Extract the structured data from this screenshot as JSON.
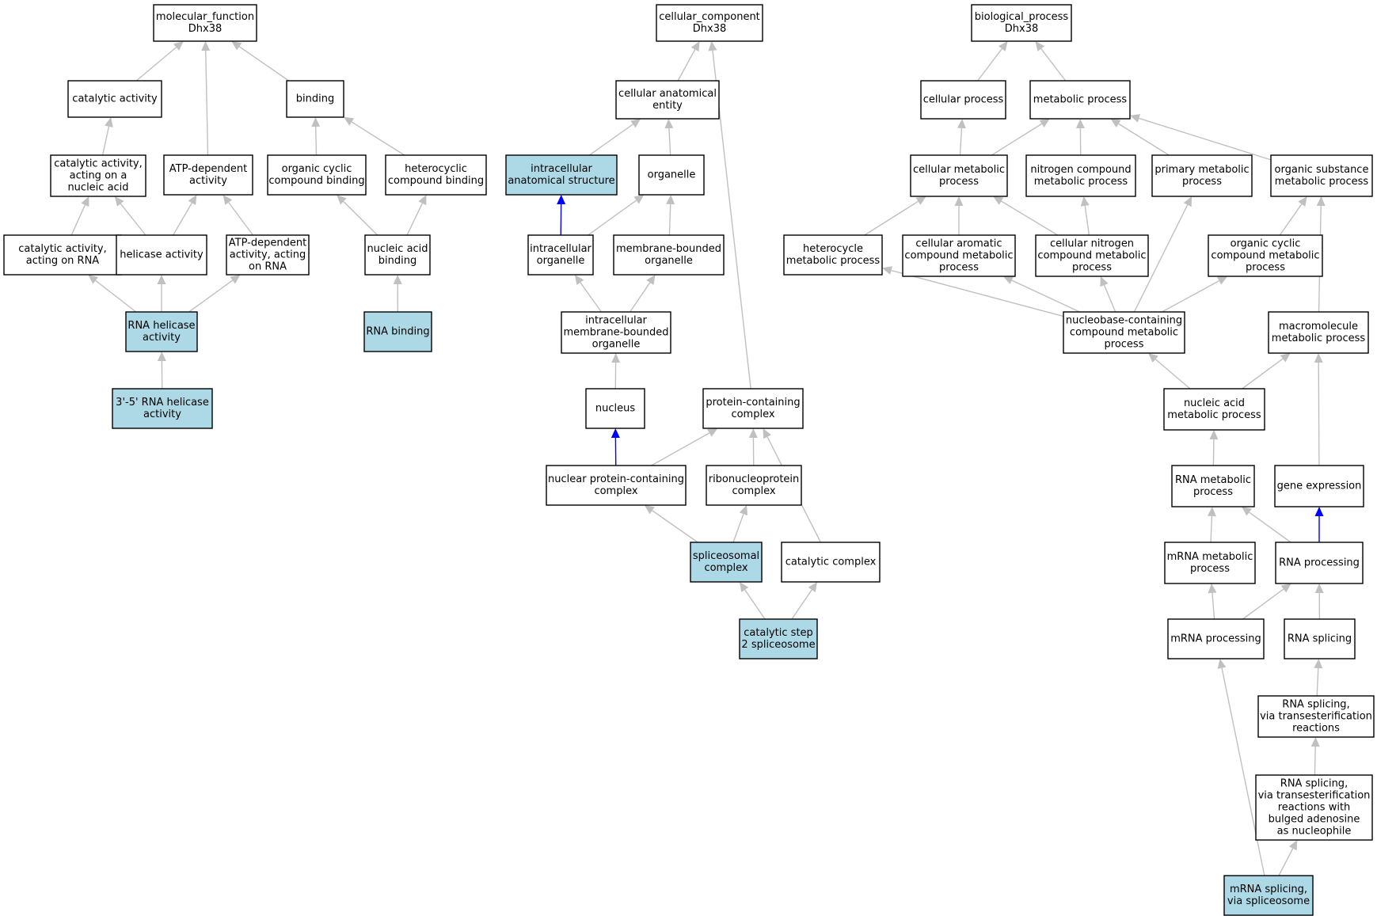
{
  "colors": {
    "annotated_fill": "#add8e6",
    "plain_fill": "#ffffff",
    "is_a_edge": "#c0c0c0",
    "part_of_edge": "#0000ff"
  },
  "nodes": {
    "mf_root": {
      "lines": [
        "molecular_function",
        "Dhx38"
      ],
      "annotated": false
    },
    "catalytic_activity": {
      "lines": [
        "catalytic activity"
      ],
      "annotated": false
    },
    "binding": {
      "lines": [
        "binding"
      ],
      "annotated": false
    },
    "cat_nucleic": {
      "lines": [
        "catalytic activity,",
        "acting on a",
        "nucleic acid"
      ],
      "annotated": false
    },
    "atp_dep": {
      "lines": [
        "ATP-dependent",
        "activity"
      ],
      "annotated": false
    },
    "org_cyclic_binding": {
      "lines": [
        "organic cyclic",
        "compound binding"
      ],
      "annotated": false
    },
    "hetero_binding": {
      "lines": [
        "heterocyclic",
        "compound binding"
      ],
      "annotated": false
    },
    "cat_rna": {
      "lines": [
        "catalytic activity,",
        "acting on RNA"
      ],
      "annotated": false
    },
    "helicase": {
      "lines": [
        "helicase activity"
      ],
      "annotated": false
    },
    "atp_dep_rna": {
      "lines": [
        "ATP-dependent",
        "activity, acting",
        "on RNA"
      ],
      "annotated": false
    },
    "nucleic_binding": {
      "lines": [
        "nucleic acid",
        "binding"
      ],
      "annotated": false
    },
    "rna_helicase": {
      "lines": [
        "RNA helicase",
        "activity"
      ],
      "annotated": true
    },
    "rna_binding": {
      "lines": [
        "RNA binding"
      ],
      "annotated": true
    },
    "rna_helicase_35": {
      "lines": [
        "3'-5' RNA helicase",
        "activity"
      ],
      "annotated": true
    },
    "cc_root": {
      "lines": [
        "cellular_component",
        "Dhx38"
      ],
      "annotated": false
    },
    "cell_anat": {
      "lines": [
        "cellular anatomical",
        "entity"
      ],
      "annotated": false
    },
    "intra_anat": {
      "lines": [
        "intracellular",
        "anatomical structure"
      ],
      "annotated": true
    },
    "organelle": {
      "lines": [
        "organelle"
      ],
      "annotated": false
    },
    "intra_org": {
      "lines": [
        "intracellular",
        "organelle"
      ],
      "annotated": false
    },
    "mem_org": {
      "lines": [
        "membrane-bounded",
        "organelle"
      ],
      "annotated": false
    },
    "intra_mem_org": {
      "lines": [
        "intracellular",
        "membrane-bounded",
        "organelle"
      ],
      "annotated": false
    },
    "nucleus": {
      "lines": [
        "nucleus"
      ],
      "annotated": false
    },
    "prot_complex": {
      "lines": [
        "protein-containing",
        "complex"
      ],
      "annotated": false
    },
    "nuc_prot_complex": {
      "lines": [
        "nuclear protein-containing",
        "complex"
      ],
      "annotated": false
    },
    "ribonucleo": {
      "lines": [
        "ribonucleoprotein",
        "complex"
      ],
      "annotated": false
    },
    "spliceosomal": {
      "lines": [
        "spliceosomal",
        "complex"
      ],
      "annotated": true
    },
    "catalytic_complex": {
      "lines": [
        "catalytic complex"
      ],
      "annotated": false
    },
    "cat_step2": {
      "lines": [
        "catalytic step",
        "2 spliceosome"
      ],
      "annotated": true
    },
    "bp_root": {
      "lines": [
        "biological_process",
        "Dhx38"
      ],
      "annotated": false
    },
    "cell_proc": {
      "lines": [
        "cellular process"
      ],
      "annotated": false
    },
    "metab_proc": {
      "lines": [
        "metabolic process"
      ],
      "annotated": false
    },
    "cell_metab": {
      "lines": [
        "cellular metabolic",
        "process"
      ],
      "annotated": false
    },
    "nitro_metab": {
      "lines": [
        "nitrogen compound",
        "metabolic process"
      ],
      "annotated": false
    },
    "prim_metab": {
      "lines": [
        "primary metabolic",
        "process"
      ],
      "annotated": false
    },
    "org_sub_metab": {
      "lines": [
        "organic substance",
        "metabolic process"
      ],
      "annotated": false
    },
    "hetero_metab": {
      "lines": [
        "heterocycle",
        "metabolic process"
      ],
      "annotated": false
    },
    "cell_arom": {
      "lines": [
        "cellular aromatic",
        "compound metabolic",
        "process"
      ],
      "annotated": false
    },
    "cell_nitro": {
      "lines": [
        "cellular nitrogen",
        "compound metabolic",
        "process"
      ],
      "annotated": false
    },
    "org_cyc_metab": {
      "lines": [
        "organic cyclic",
        "compound metabolic",
        "process"
      ],
      "annotated": false
    },
    "nucleobase": {
      "lines": [
        "nucleobase-containing",
        "compound metabolic",
        "process"
      ],
      "annotated": false
    },
    "macromol": {
      "lines": [
        "macromolecule",
        "metabolic process"
      ],
      "annotated": false
    },
    "nucleic_metab": {
      "lines": [
        "nucleic acid",
        "metabolic process"
      ],
      "annotated": false
    },
    "rna_metab": {
      "lines": [
        "RNA metabolic",
        "process"
      ],
      "annotated": false
    },
    "gene_expr": {
      "lines": [
        "gene expression"
      ],
      "annotated": false
    },
    "mrna_metab": {
      "lines": [
        "mRNA metabolic",
        "process"
      ],
      "annotated": false
    },
    "rna_proc": {
      "lines": [
        "RNA processing"
      ],
      "annotated": false
    },
    "mrna_proc": {
      "lines": [
        "mRNA processing"
      ],
      "annotated": false
    },
    "rna_splice": {
      "lines": [
        "RNA splicing"
      ],
      "annotated": false
    },
    "rna_splice_trans": {
      "lines": [
        "RNA splicing,",
        "via transesterification",
        "reactions"
      ],
      "annotated": false
    },
    "rna_splice_bulged": {
      "lines": [
        "RNA splicing,",
        "via transesterification",
        "reactions with",
        "bulged adenosine",
        "as nucleophile"
      ],
      "annotated": false
    },
    "mrna_splice": {
      "lines": [
        "mRNA splicing,",
        "via spliceosome"
      ],
      "annotated": true
    }
  },
  "edges": [
    {
      "from": "catalytic_activity",
      "to": "mf_root",
      "type": "is_a"
    },
    {
      "from": "atp_dep",
      "to": "mf_root",
      "type": "is_a"
    },
    {
      "from": "binding",
      "to": "mf_root",
      "type": "is_a"
    },
    {
      "from": "cat_nucleic",
      "to": "catalytic_activity",
      "type": "is_a"
    },
    {
      "from": "org_cyclic_binding",
      "to": "binding",
      "type": "is_a"
    },
    {
      "from": "hetero_binding",
      "to": "binding",
      "type": "is_a"
    },
    {
      "from": "cat_rna",
      "to": "cat_nucleic",
      "type": "is_a"
    },
    {
      "from": "helicase",
      "to": "cat_nucleic",
      "type": "is_a"
    },
    {
      "from": "helicase",
      "to": "atp_dep",
      "type": "is_a"
    },
    {
      "from": "atp_dep_rna",
      "to": "atp_dep",
      "type": "is_a"
    },
    {
      "from": "nucleic_binding",
      "to": "org_cyclic_binding",
      "type": "is_a"
    },
    {
      "from": "nucleic_binding",
      "to": "hetero_binding",
      "type": "is_a"
    },
    {
      "from": "rna_helicase",
      "to": "cat_rna",
      "type": "is_a"
    },
    {
      "from": "rna_helicase",
      "to": "helicase",
      "type": "is_a"
    },
    {
      "from": "rna_helicase",
      "to": "atp_dep_rna",
      "type": "is_a"
    },
    {
      "from": "rna_binding",
      "to": "nucleic_binding",
      "type": "is_a"
    },
    {
      "from": "rna_helicase_35",
      "to": "rna_helicase",
      "type": "is_a"
    },
    {
      "from": "cell_anat",
      "to": "cc_root",
      "type": "is_a"
    },
    {
      "from": "prot_complex",
      "to": "cc_root",
      "type": "is_a"
    },
    {
      "from": "intra_anat",
      "to": "cell_anat",
      "type": "is_a"
    },
    {
      "from": "organelle",
      "to": "cell_anat",
      "type": "is_a"
    },
    {
      "from": "intra_org",
      "to": "intra_anat",
      "type": "part_of"
    },
    {
      "from": "intra_org",
      "to": "organelle",
      "type": "is_a"
    },
    {
      "from": "mem_org",
      "to": "organelle",
      "type": "is_a"
    },
    {
      "from": "intra_mem_org",
      "to": "intra_org",
      "type": "is_a"
    },
    {
      "from": "intra_mem_org",
      "to": "mem_org",
      "type": "is_a"
    },
    {
      "from": "nucleus",
      "to": "intra_mem_org",
      "type": "is_a"
    },
    {
      "from": "nuc_prot_complex",
      "to": "nucleus",
      "type": "part_of"
    },
    {
      "from": "nuc_prot_complex",
      "to": "prot_complex",
      "type": "is_a"
    },
    {
      "from": "ribonucleo",
      "to": "prot_complex",
      "type": "is_a"
    },
    {
      "from": "catalytic_complex",
      "to": "prot_complex",
      "type": "is_a"
    },
    {
      "from": "spliceosomal",
      "to": "nuc_prot_complex",
      "type": "is_a"
    },
    {
      "from": "spliceosomal",
      "to": "ribonucleo",
      "type": "is_a"
    },
    {
      "from": "cat_step2",
      "to": "spliceosomal",
      "type": "is_a"
    },
    {
      "from": "cat_step2",
      "to": "catalytic_complex",
      "type": "is_a"
    },
    {
      "from": "cell_proc",
      "to": "bp_root",
      "type": "is_a"
    },
    {
      "from": "metab_proc",
      "to": "bp_root",
      "type": "is_a"
    },
    {
      "from": "cell_metab",
      "to": "cell_proc",
      "type": "is_a"
    },
    {
      "from": "cell_metab",
      "to": "metab_proc",
      "type": "is_a"
    },
    {
      "from": "nitro_metab",
      "to": "metab_proc",
      "type": "is_a"
    },
    {
      "from": "prim_metab",
      "to": "metab_proc",
      "type": "is_a"
    },
    {
      "from": "org_sub_metab",
      "to": "metab_proc",
      "type": "is_a"
    },
    {
      "from": "hetero_metab",
      "to": "cell_metab",
      "type": "is_a"
    },
    {
      "from": "cell_arom",
      "to": "cell_metab",
      "type": "is_a"
    },
    {
      "from": "cell_nitro",
      "to": "cell_metab",
      "type": "is_a"
    },
    {
      "from": "cell_nitro",
      "to": "nitro_metab",
      "type": "is_a"
    },
    {
      "from": "org_cyc_metab",
      "to": "org_sub_metab",
      "type": "is_a"
    },
    {
      "from": "nucleobase",
      "to": "hetero_metab",
      "type": "is_a"
    },
    {
      "from": "nucleobase",
      "to": "cell_arom",
      "type": "is_a"
    },
    {
      "from": "nucleobase",
      "to": "cell_nitro",
      "type": "is_a"
    },
    {
      "from": "nucleobase",
      "to": "prim_metab",
      "type": "is_a"
    },
    {
      "from": "nucleobase",
      "to": "org_cyc_metab",
      "type": "is_a"
    },
    {
      "from": "macromol",
      "to": "org_sub_metab",
      "type": "is_a"
    },
    {
      "from": "nucleic_metab",
      "to": "nucleobase",
      "type": "is_a"
    },
    {
      "from": "nucleic_metab",
      "to": "macromol",
      "type": "is_a"
    },
    {
      "from": "rna_metab",
      "to": "nucleic_metab",
      "type": "is_a"
    },
    {
      "from": "gene_expr",
      "to": "macromol",
      "type": "is_a"
    },
    {
      "from": "mrna_metab",
      "to": "rna_metab",
      "type": "is_a"
    },
    {
      "from": "rna_proc",
      "to": "rna_metab",
      "type": "is_a"
    },
    {
      "from": "rna_proc",
      "to": "gene_expr",
      "type": "part_of"
    },
    {
      "from": "mrna_proc",
      "to": "mrna_metab",
      "type": "is_a"
    },
    {
      "from": "mrna_proc",
      "to": "rna_proc",
      "type": "is_a"
    },
    {
      "from": "rna_splice",
      "to": "rna_proc",
      "type": "is_a"
    },
    {
      "from": "rna_splice_trans",
      "to": "rna_splice",
      "type": "is_a"
    },
    {
      "from": "rna_splice_bulged",
      "to": "rna_splice_trans",
      "type": "is_a"
    },
    {
      "from": "mrna_splice",
      "to": "mrna_proc",
      "type": "is_a"
    },
    {
      "from": "mrna_splice",
      "to": "rna_splice_bulged",
      "type": "is_a"
    }
  ]
}
